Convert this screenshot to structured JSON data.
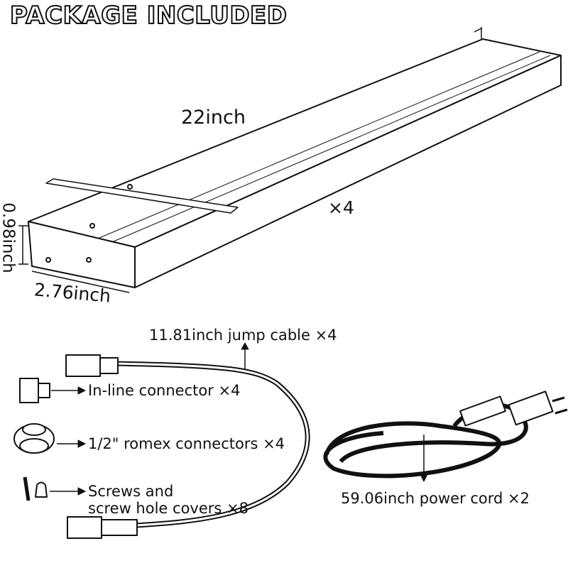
{
  "header": {
    "title": "PACKAGE INCLUDED"
  },
  "light_bar": {
    "length": "22inch",
    "height": "0.98inch",
    "width": "2.76inch",
    "quantity": "×4"
  },
  "accessories": {
    "jump_cable": "11.81inch jump cable ×4",
    "inline_connector": "In-line connector ×4",
    "romex_connector": "1/2\" romex connectors ×4",
    "screws_line1": "Screws and",
    "screws_line2": "screw hole covers ×8",
    "power_cord": "59.06inch power cord ×2"
  }
}
